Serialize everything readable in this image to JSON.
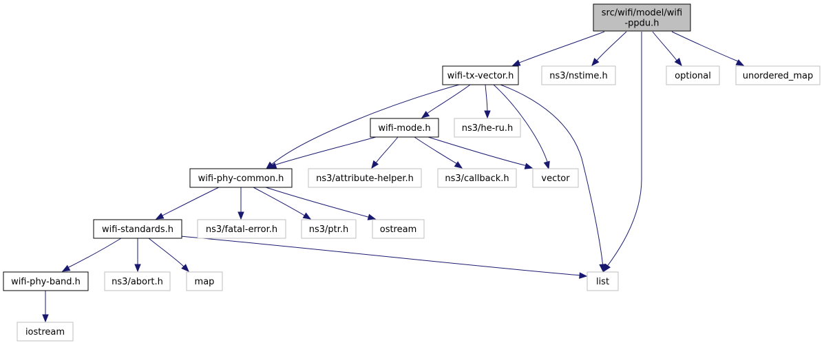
{
  "colors": {
    "root_fill": "#bfbfbf",
    "root_border": "#000000",
    "local_border": "#000000",
    "external_border": "#bfbfbf",
    "edge": "#191970"
  },
  "nodes": {
    "root": {
      "lines": [
        "src/wifi/model/wifi",
        "-ppdu.h"
      ],
      "kind": "root"
    },
    "tx_vector": {
      "lines": [
        "wifi-tx-vector.h"
      ],
      "kind": "local"
    },
    "nstime": {
      "lines": [
        "ns3/nstime.h"
      ],
      "kind": "external"
    },
    "optional": {
      "lines": [
        "optional"
      ],
      "kind": "external"
    },
    "unordered_map": {
      "lines": [
        "unordered_map"
      ],
      "kind": "external"
    },
    "mode": {
      "lines": [
        "wifi-mode.h"
      ],
      "kind": "local"
    },
    "he_ru": {
      "lines": [
        "ns3/he-ru.h"
      ],
      "kind": "external"
    },
    "phy_common": {
      "lines": [
        "wifi-phy-common.h"
      ],
      "kind": "local"
    },
    "attr_helper": {
      "lines": [
        "ns3/attribute-helper.h"
      ],
      "kind": "external"
    },
    "callback": {
      "lines": [
        "ns3/callback.h"
      ],
      "kind": "external"
    },
    "vector": {
      "lines": [
        "vector"
      ],
      "kind": "external"
    },
    "standards": {
      "lines": [
        "wifi-standards.h"
      ],
      "kind": "local"
    },
    "fatal_error": {
      "lines": [
        "ns3/fatal-error.h"
      ],
      "kind": "external"
    },
    "ptr": {
      "lines": [
        "ns3/ptr.h"
      ],
      "kind": "external"
    },
    "ostream": {
      "lines": [
        "ostream"
      ],
      "kind": "external"
    },
    "phy_band": {
      "lines": [
        "wifi-phy-band.h"
      ],
      "kind": "local"
    },
    "abort": {
      "lines": [
        "ns3/abort.h"
      ],
      "kind": "external"
    },
    "map": {
      "lines": [
        "map"
      ],
      "kind": "external"
    },
    "list": {
      "lines": [
        "list"
      ],
      "kind": "external"
    },
    "iostream": {
      "lines": [
        "iostream"
      ],
      "kind": "external"
    }
  },
  "edges": [
    [
      "root",
      "tx_vector"
    ],
    [
      "root",
      "nstime"
    ],
    [
      "root",
      "optional"
    ],
    [
      "root",
      "unordered_map"
    ],
    [
      "root",
      "list"
    ],
    [
      "tx_vector",
      "mode"
    ],
    [
      "tx_vector",
      "he_ru"
    ],
    [
      "tx_vector",
      "phy_common"
    ],
    [
      "tx_vector",
      "vector"
    ],
    [
      "tx_vector",
      "list"
    ],
    [
      "mode",
      "phy_common"
    ],
    [
      "mode",
      "attr_helper"
    ],
    [
      "mode",
      "callback"
    ],
    [
      "mode",
      "vector"
    ],
    [
      "phy_common",
      "standards"
    ],
    [
      "phy_common",
      "fatal_error"
    ],
    [
      "phy_common",
      "ptr"
    ],
    [
      "phy_common",
      "ostream"
    ],
    [
      "standards",
      "phy_band"
    ],
    [
      "standards",
      "abort"
    ],
    [
      "standards",
      "map"
    ],
    [
      "standards",
      "list"
    ],
    [
      "phy_band",
      "iostream"
    ]
  ]
}
